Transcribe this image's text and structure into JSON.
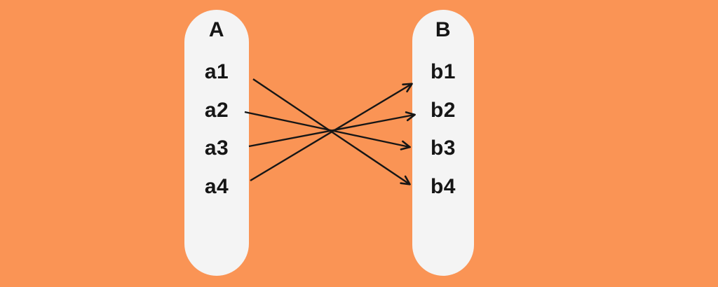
{
  "diagram": {
    "colors": {
      "background": "#FA9455",
      "pill": "#F4F4F4",
      "text": "#161616",
      "arrow": "#161616"
    },
    "set_a": {
      "title": "A",
      "items": [
        "a1",
        "a2",
        "a3",
        "a4"
      ]
    },
    "set_b": {
      "title": "B",
      "items": [
        "b1",
        "b2",
        "b3",
        "b4"
      ]
    },
    "mappings": [
      {
        "from": "a1",
        "to": "b4"
      },
      {
        "from": "a2",
        "to": "b3"
      },
      {
        "from": "a3",
        "to": "b2"
      },
      {
        "from": "a4",
        "to": "b1"
      }
    ]
  }
}
